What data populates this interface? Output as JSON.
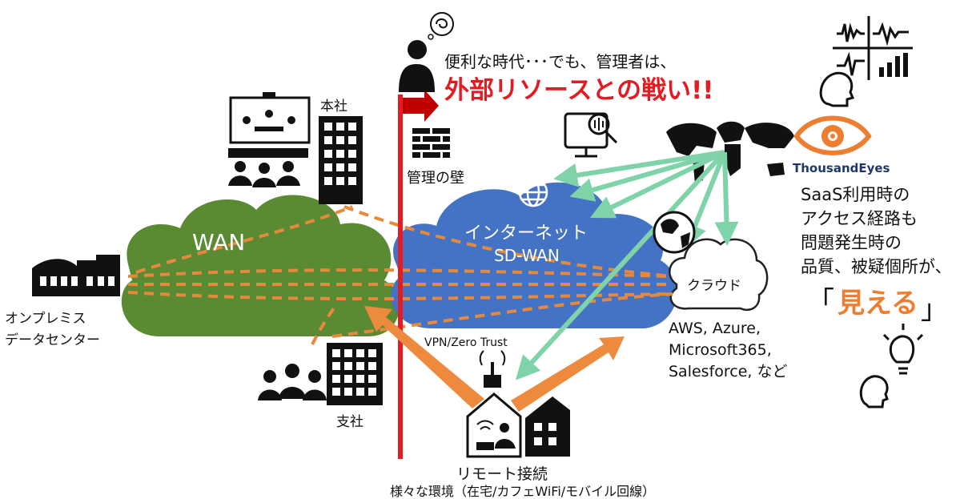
{
  "thought": {
    "line1": "便利な時代･･･でも、管理者は、",
    "line2": "外部リソースとの戦い!!"
  },
  "wall": {
    "label": "管理の壁"
  },
  "hq": {
    "label": "本社"
  },
  "branch": {
    "label": "支社"
  },
  "onprem": {
    "line1": "オンプレミス",
    "line2": "データセンター"
  },
  "wan": {
    "label": "WAN"
  },
  "internet": {
    "line1": "インターネット",
    "line2": "SD-WAN",
    "caption": "VPN/Zero Trust"
  },
  "cloud": {
    "label": "クラウド",
    "services": [
      "AWS, Azure,",
      "Microsoft365,",
      "Salesforce, など"
    ]
  },
  "remote": {
    "label": "リモート接続",
    "sub": "様々な環境（在宅/カフェWiFi/モバイル回線）"
  },
  "brand": {
    "name": "ThousandEyes"
  },
  "visibility": {
    "lines": [
      "SaaS利用時の",
      "アクセス経路も",
      "問題発生時の",
      "品質、被疑個所が、"
    ],
    "open_bracket": "「",
    "highlight": "見える",
    "close_bracket": "」"
  },
  "colors": {
    "wan_cloud": "#5a8a32",
    "internet_cloud": "#4472c4",
    "dash_line": "#e58a3c",
    "arrow_orange": "#ed8a3d",
    "arrow_green": "#7ed3a8",
    "wall_line": "#e31b23",
    "highlight_red": "#e31b23",
    "highlight_orange": "#ed7d31",
    "eye_orange": "#ed7d31",
    "brand_text": "#1f3864"
  }
}
